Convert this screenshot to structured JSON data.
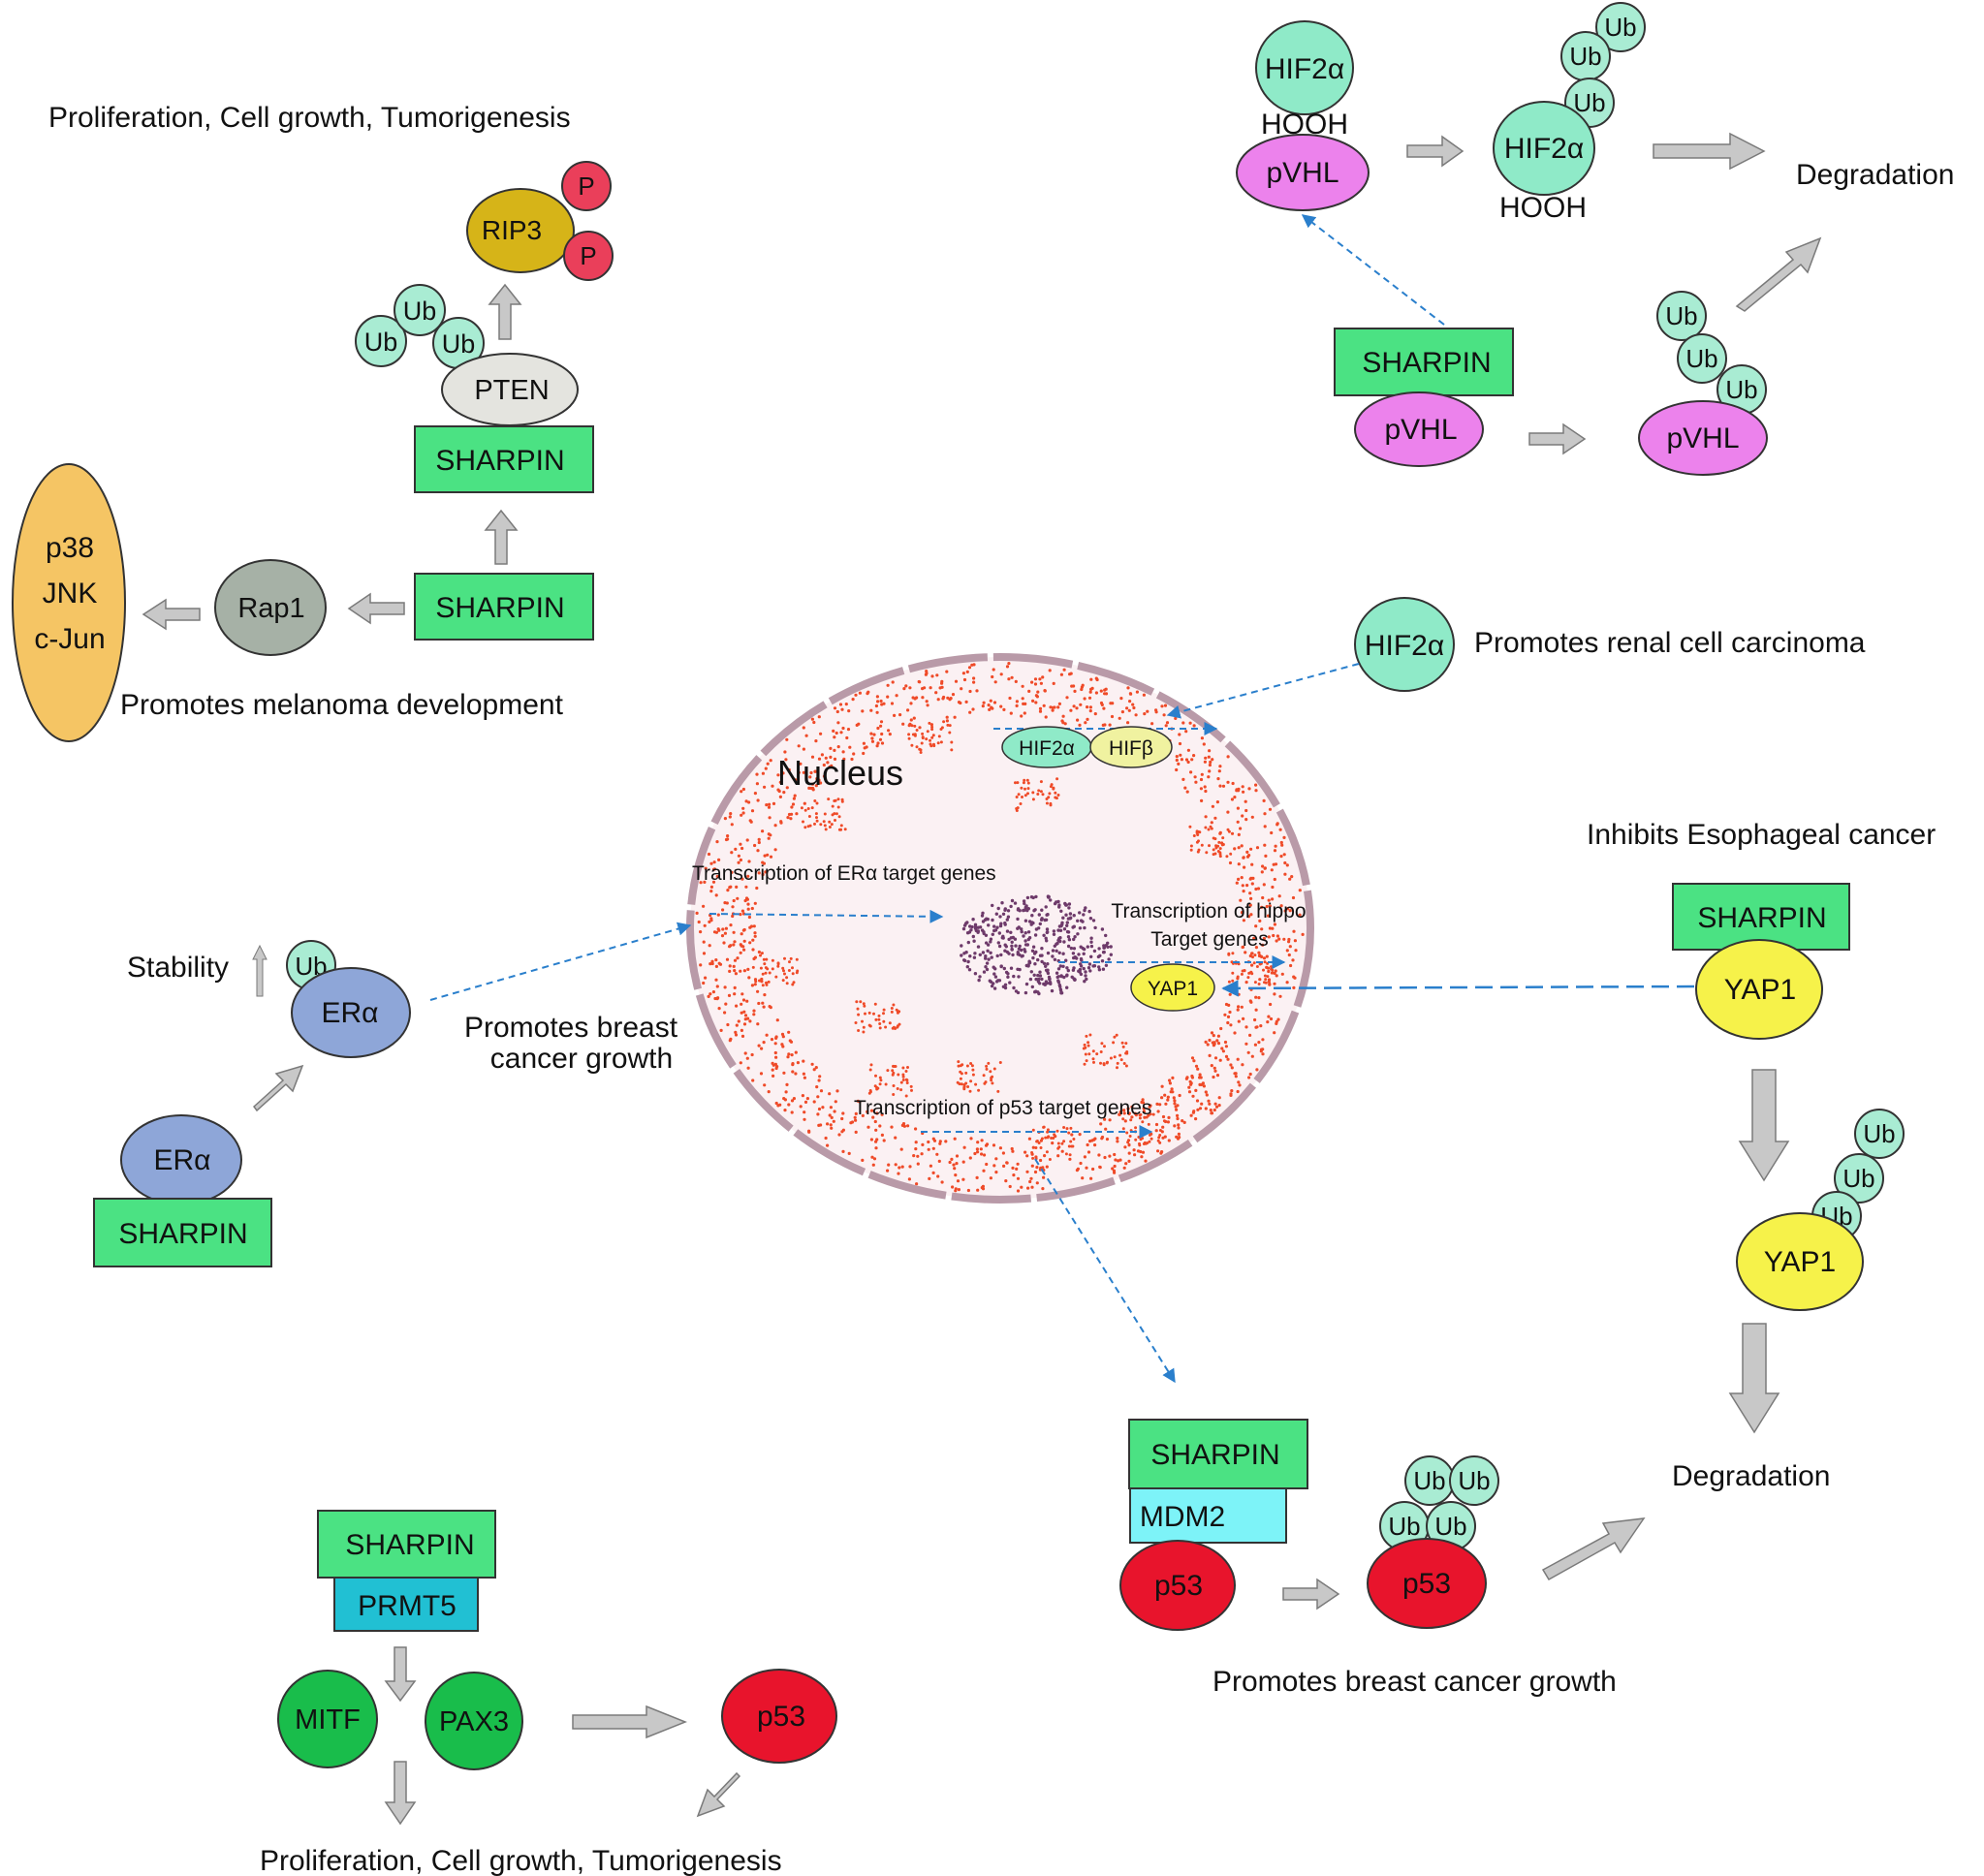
{
  "colors": {
    "sharpin": "#4be283",
    "ub": "#a9ecd3",
    "hif2a": "#8feac8",
    "hifb": "#f0f2a0",
    "pvhl": "#ec82ec",
    "yap1": "#f6f24a",
    "p53": "#e8142c",
    "mdm2": "#7df3f8",
    "prmt5": "#21c0d3",
    "green_protein": "#19bd4b",
    "era": "#8ea6d8",
    "rip3": "#d6b418",
    "phospho": "#ea3f5a",
    "pten": "#e4e4df",
    "rap1": "#a6b1a6",
    "mapk": "#f5c564",
    "arrow_fill": "#c8c8c8",
    "arrow_stroke": "#7a7a7a",
    "dashed": "#2a7fcc",
    "nucleus_membrane": "#b99aa8",
    "nucleus_fill": "#fbf1f3",
    "chromatin_dots": "#ef4a28",
    "nucleolus": "#6e3a6a"
  },
  "labels": {
    "sharpin": "SHARPIN",
    "ub": "Ub",
    "p": "P",
    "pten": "PTEN",
    "rip3": "RIP3",
    "rap1": "Rap1",
    "mapk_p38": "p38",
    "mapk_jnk": "JNK",
    "mapk_cjun": "c-Jun",
    "era": "ERα",
    "hif2a": "HIF2α",
    "hifb": "HIFβ",
    "hooh": "HOOH",
    "pvhl": "pVHL",
    "yap1": "YAP1",
    "p53": "p53",
    "mdm2": "MDM2",
    "prmt5": "PRMT5",
    "mitf": "MITF",
    "pax3": "PAX3",
    "stability": "Stability",
    "degradation": "Degradation",
    "nucleus": "Nucleus",
    "tx_era": "Transcription of ERα target genes",
    "tx_hippo_1": "Transcription of hippo",
    "tx_hippo_2": "Target genes",
    "tx_p53": "Transcription of p53 target genes"
  },
  "outcomes": {
    "prolif_top": "Proliferation, Cell growth, Tumorigenesis",
    "melanoma": "Promotes melanoma development",
    "renal": "Promotes renal cell carcinoma",
    "esophageal": "Inhibits Esophageal cancer",
    "breast_left_1": "Promotes breast",
    "breast_left_2": "cancer growth",
    "breast_bottom": "Promotes breast cancer growth",
    "prolif_bottom": "Proliferation, Cell growth, Tumorigenesis"
  }
}
